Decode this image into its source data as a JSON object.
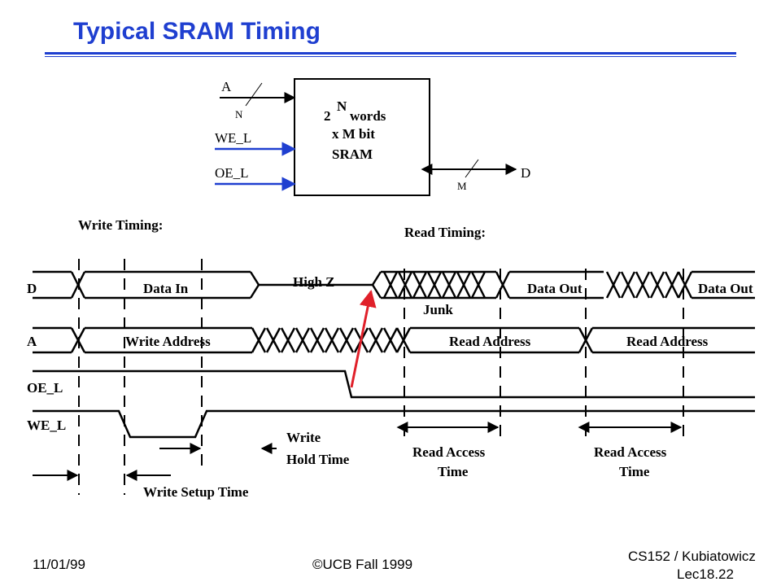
{
  "title": "Typical SRAM Timing",
  "block": {
    "line1": "2",
    "sup": "N",
    "line1b": "words",
    "line2": "x  M bit",
    "line3": "SRAM"
  },
  "pins": {
    "a": "A",
    "n": "N",
    "we": "WE_L",
    "oe": "OE_L",
    "d": "D",
    "m": "M"
  },
  "write_timing": "Write Timing:",
  "read_timing": "Read Timing:",
  "signals": {
    "d": "D",
    "a": "A",
    "oe": "OE_L",
    "we": "WE_L"
  },
  "labels": {
    "data_in": "Data In",
    "high_z": "High Z",
    "data_out1": "Data Out",
    "data_out2": "Data Out",
    "junk": "Junk",
    "write_address": "Write Address",
    "read_address1": "Read Address",
    "read_address2": "Read Address",
    "write": "Write",
    "hold_time": "Hold Time",
    "read_access1a": "Read Access",
    "read_access1b": "Time",
    "read_access2a": "Read Access",
    "read_access2b": "Time",
    "write_setup": "Write Setup Time"
  },
  "footer": {
    "date": "11/01/99",
    "copyright": "©UCB Fall 1999",
    "course": "CS152 / Kubiatowicz",
    "lec": "Lec18.22"
  },
  "colors": {
    "title": "#1f3fd0",
    "control_arrow": "#1f3fd0",
    "red_arrow": "#e0202a"
  }
}
